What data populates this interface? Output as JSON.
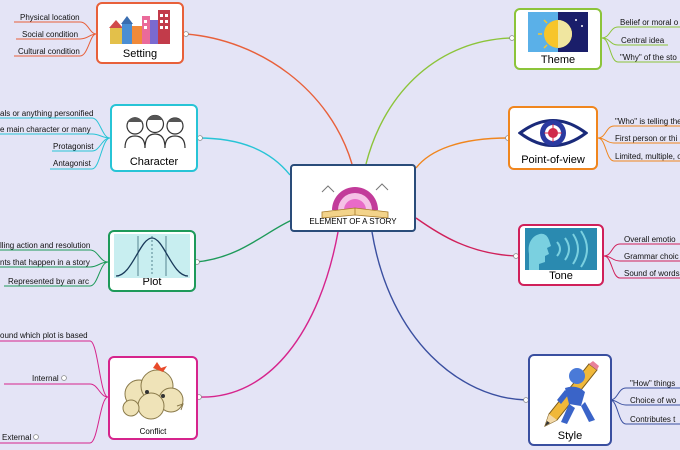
{
  "center": {
    "title": "ELEMENT OF A STORY"
  },
  "branches": {
    "setting": {
      "title": "Setting",
      "color": "#e8603a",
      "icon": "houses-icon",
      "leaves": [
        "Physical location",
        "Social condition",
        "Cultural condition"
      ]
    },
    "character": {
      "title": "Character",
      "color": "#27c4d6",
      "icon": "people-icon",
      "leaves": [
        "als or anything personified",
        "e main character or many",
        "Protagonist",
        "Antagonist"
      ]
    },
    "plot": {
      "title": "Plot",
      "color": "#1e9a5a",
      "icon": "bell-curve-icon",
      "leaves": [
        "lling action and resolution",
        "nts that happen in a story",
        "Represented by an arc"
      ]
    },
    "conflict": {
      "title": "Conflict",
      "color": "#d6248c",
      "icon": "fight-cloud-icon",
      "leaves": [
        "ound which plot is based",
        "Internal",
        "External"
      ]
    },
    "theme": {
      "title": "Theme",
      "color": "#8cc43a",
      "icon": "sun-moon-icon",
      "leaves": [
        "Belief or moral o",
        "Central idea",
        "\"Why\" of the sto"
      ]
    },
    "pov": {
      "title": "Point-of-view",
      "color": "#f0861e",
      "icon": "eye-icon",
      "leaves": [
        "\"Who\" is telling the",
        "First person or thi",
        "Limited, multiple, o"
      ]
    },
    "tone": {
      "title": "Tone",
      "color": "#d0205a",
      "icon": "speaking-head-icon",
      "leaves": [
        "Overall emotio",
        "Grammar choic",
        "Sound of words"
      ]
    },
    "style": {
      "title": "Style",
      "color": "#3a4fa0",
      "icon": "pencil-figure-icon",
      "leaves": [
        "\"How\" things",
        "Choice of wo",
        "Contributes t"
      ]
    }
  }
}
